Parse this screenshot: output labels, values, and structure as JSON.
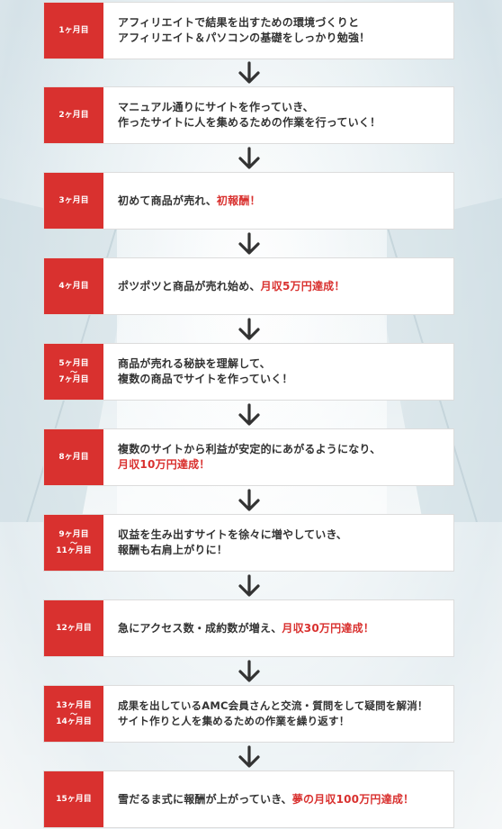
{
  "steps": [
    {
      "month_lines": [
        "1ヶ月目"
      ],
      "line1": "アフィリエイトで結果を出すための環境づくりと",
      "line2": "アフィリエイト＆パソコンの基礎をしっかり勉強！",
      "line2_pre": "",
      "line2_hl": ""
    },
    {
      "month_lines": [
        "2ヶ月目"
      ],
      "line1": "マニュアル通りにサイトを作っていき、",
      "line2": "作ったサイトに人を集めるための作業を行っていく！",
      "line2_pre": "",
      "line2_hl": ""
    },
    {
      "month_lines": [
        "3ヶ月目"
      ],
      "line1_pre": "初めて商品が売れ、",
      "line1_hl": "初報酬！"
    },
    {
      "month_lines": [
        "4ヶ月目"
      ],
      "line1_pre": "ポツポツと商品が売れ始め、",
      "line1_hl": "月収5万円達成！"
    },
    {
      "month_lines": [
        "5ヶ月目",
        "〜",
        "7ヶ月目"
      ],
      "line1": "商品が売れる秘訣を理解して、",
      "line2": "複数の商品でサイトを作っていく！"
    },
    {
      "month_lines": [
        "8ヶ月目"
      ],
      "line1": "複数のサイトから利益が安定的にあがるようになり、",
      "line2_hl": "月収10万円達成！"
    },
    {
      "month_lines": [
        "9ヶ月目",
        "〜",
        "11ヶ月目"
      ],
      "line1": "収益を生み出すサイトを徐々に増やしていき、",
      "line2": "報酬も右肩上がりに！"
    },
    {
      "month_lines": [
        "12ヶ月目"
      ],
      "line1_pre": "急にアクセス数・成約数が増え、",
      "line1_hl": "月収30万円達成！"
    },
    {
      "month_lines": [
        "13ヶ月目",
        "〜",
        "14ヶ月目"
      ],
      "line1": "成果を出しているAMC会員さんと交流・質問をして疑問を解消！",
      "line2": "サイト作りと人を集めるための作業を繰り返す！"
    },
    {
      "month_lines": [
        "15ヶ月目"
      ],
      "line1_pre": "雪だるま式に報酬が上がっていき、",
      "line1_hl": "夢の月収100万円達成！"
    }
  ],
  "colors": {
    "accent": "#d9312f",
    "text": "#333333",
    "arrow": "#333333"
  },
  "icons": {
    "arrow": "arrow-down-icon"
  }
}
